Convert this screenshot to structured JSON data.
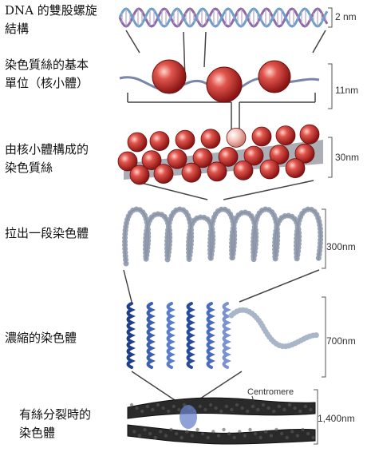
{
  "levels": [
    {
      "label": "DNA 的雙股螺旋\n結構",
      "scale": "2 nm"
    },
    {
      "label": "染色質絲的基本\n單位（核小體）",
      "scale": "11nm"
    },
    {
      "label": "由核小體構成的\n染色質絲",
      "scale": "30nm"
    },
    {
      "label": "拉出一段染色體",
      "scale": "300nm"
    },
    {
      "label": "濃縮的染色體",
      "scale": "700nm"
    },
    {
      "label": "有絲分裂時的\n染色體",
      "scale": "1,400nm"
    }
  ],
  "centromere_label": "Centromere",
  "colors": {
    "nucleosome": "#d43a3a",
    "nucleosome_highlight": "#f7c6c0",
    "dna_strand_a": "#8b6aa8",
    "dna_strand_b": "#6aa0c8",
    "fiber": "#9aa3b4",
    "chromosome": "#2a2a2a"
  }
}
